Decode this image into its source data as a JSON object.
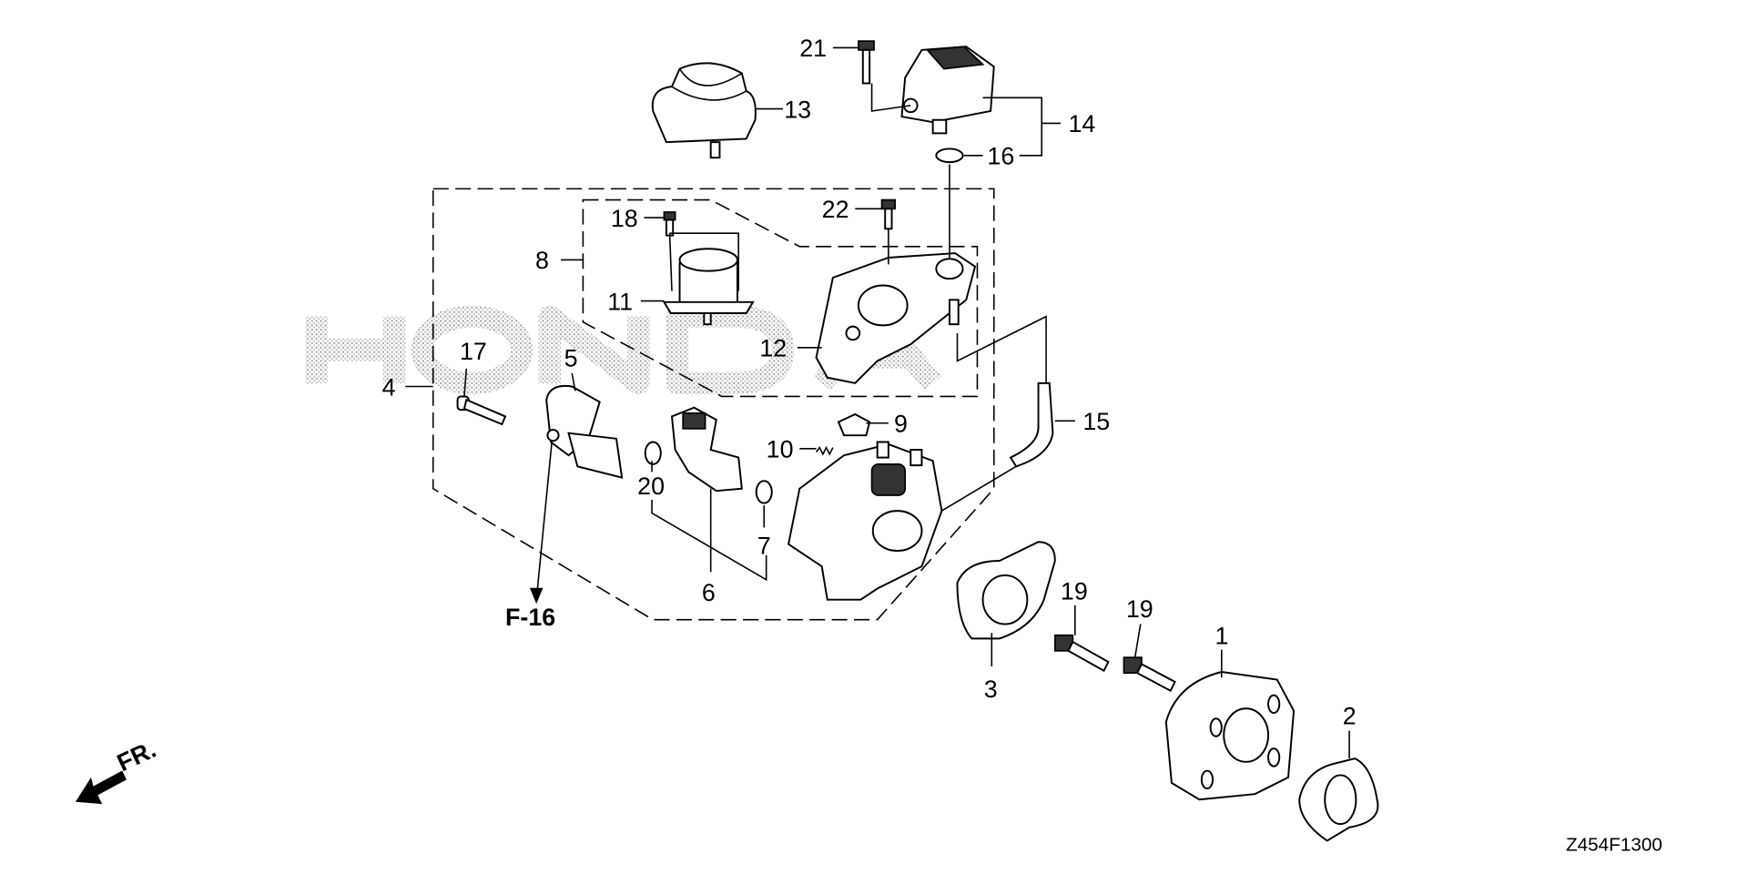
{
  "diagram": {
    "watermark": "HONDA",
    "figure_code": "Z454F1300",
    "front_marker": "FR.",
    "reference": "F-16",
    "callouts": {
      "p1": "1",
      "p2": "2",
      "p3": "3",
      "p4": "4",
      "p5": "5",
      "p6": "6",
      "p7": "7",
      "p8": "8",
      "p9": "9",
      "p10": "10",
      "p11": "11",
      "p12": "12",
      "p13": "13",
      "p14": "14",
      "p15": "15",
      "p16": "16",
      "p17": "17",
      "p18": "18",
      "p19a": "19",
      "p19b": "19",
      "p20": "20",
      "p21": "21",
      "p22": "22"
    }
  }
}
